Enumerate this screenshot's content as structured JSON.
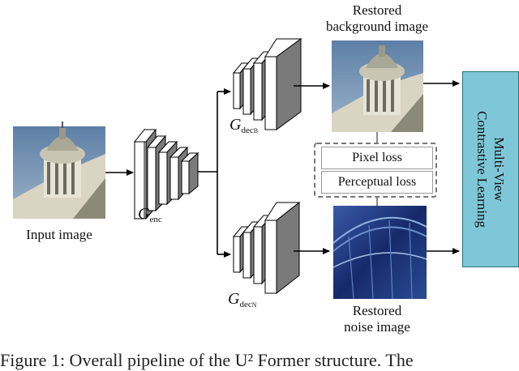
{
  "labels": {
    "input_image": "Input image",
    "encoder": {
      "main": "G",
      "sub": "enc"
    },
    "decoder_b": {
      "main": "G",
      "sub": "dec",
      "subsub": "B"
    },
    "decoder_n": {
      "main": "G",
      "sub": "dec",
      "subsub": "N"
    },
    "restored_background_line1": "Restored",
    "restored_background_line2": "background image",
    "restored_noise_line1": "Restored",
    "restored_noise_line2": "noise image",
    "pixel_loss": "Pixel loss",
    "perceptual_loss": "Perceptual loss",
    "contrastive_line1": "Multi-View",
    "contrastive_line2": "Contrastive Learning"
  },
  "caption": "Figure 1: Overall pipeline of the U² Former structure. The",
  "colors": {
    "sky": "#6f8fae",
    "block_face": "#ffffff",
    "block_side": "#7a7a7a",
    "contrastive_fill": "#7ec7d9",
    "noise_blue": "#1f3f86"
  }
}
